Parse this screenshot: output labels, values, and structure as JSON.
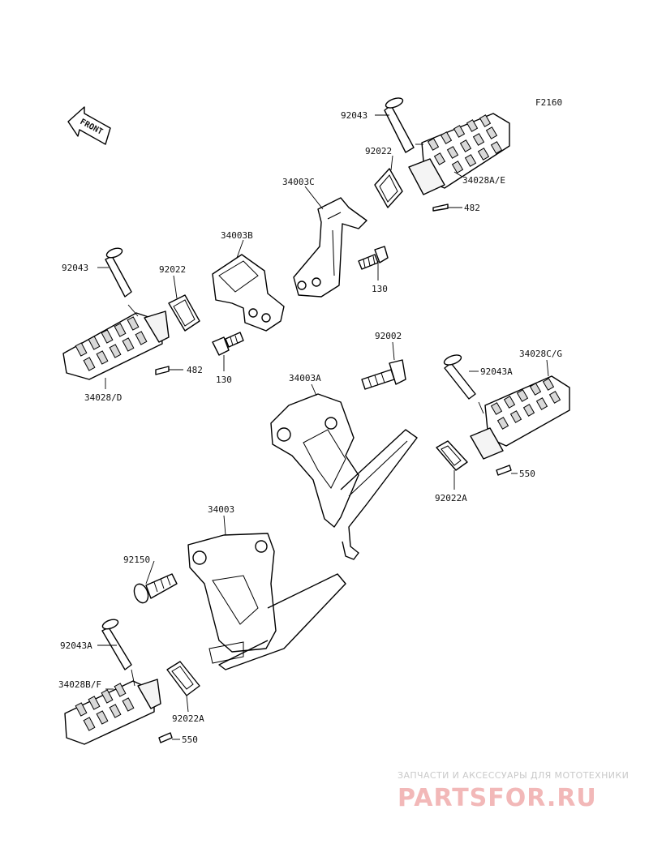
{
  "diagram_code": "F2160",
  "front_label": "FRONT",
  "labels": {
    "p92043_top": "92043",
    "p92022_top": "92022",
    "p34003C": "34003C",
    "p34028AE": "34028A/E",
    "p482_top": "482",
    "p34003B": "34003B",
    "p92043_left": "92043",
    "p92022_left": "92022",
    "p130_top": "130",
    "p482_left": "482",
    "p130_left": "130",
    "p34028D": "34028/D",
    "p92002": "92002",
    "p34003A": "34003A",
    "p34028CG": "34028C/G",
    "p92043A_right": "92043A",
    "p550_right": "550",
    "p92022A_right": "92022A",
    "p34003": "34003",
    "p92150": "92150",
    "p92043A_left": "92043A",
    "p34028BF": "34028B/F",
    "p92022A_left": "92022A",
    "p550_left": "550"
  },
  "watermark": {
    "tagline": "ЗАПЧАСТИ И АКСЕССУАРЫ ДЛЯ МОТОТЕХНИКИ",
    "brand": "PARTSFOR.RU"
  }
}
